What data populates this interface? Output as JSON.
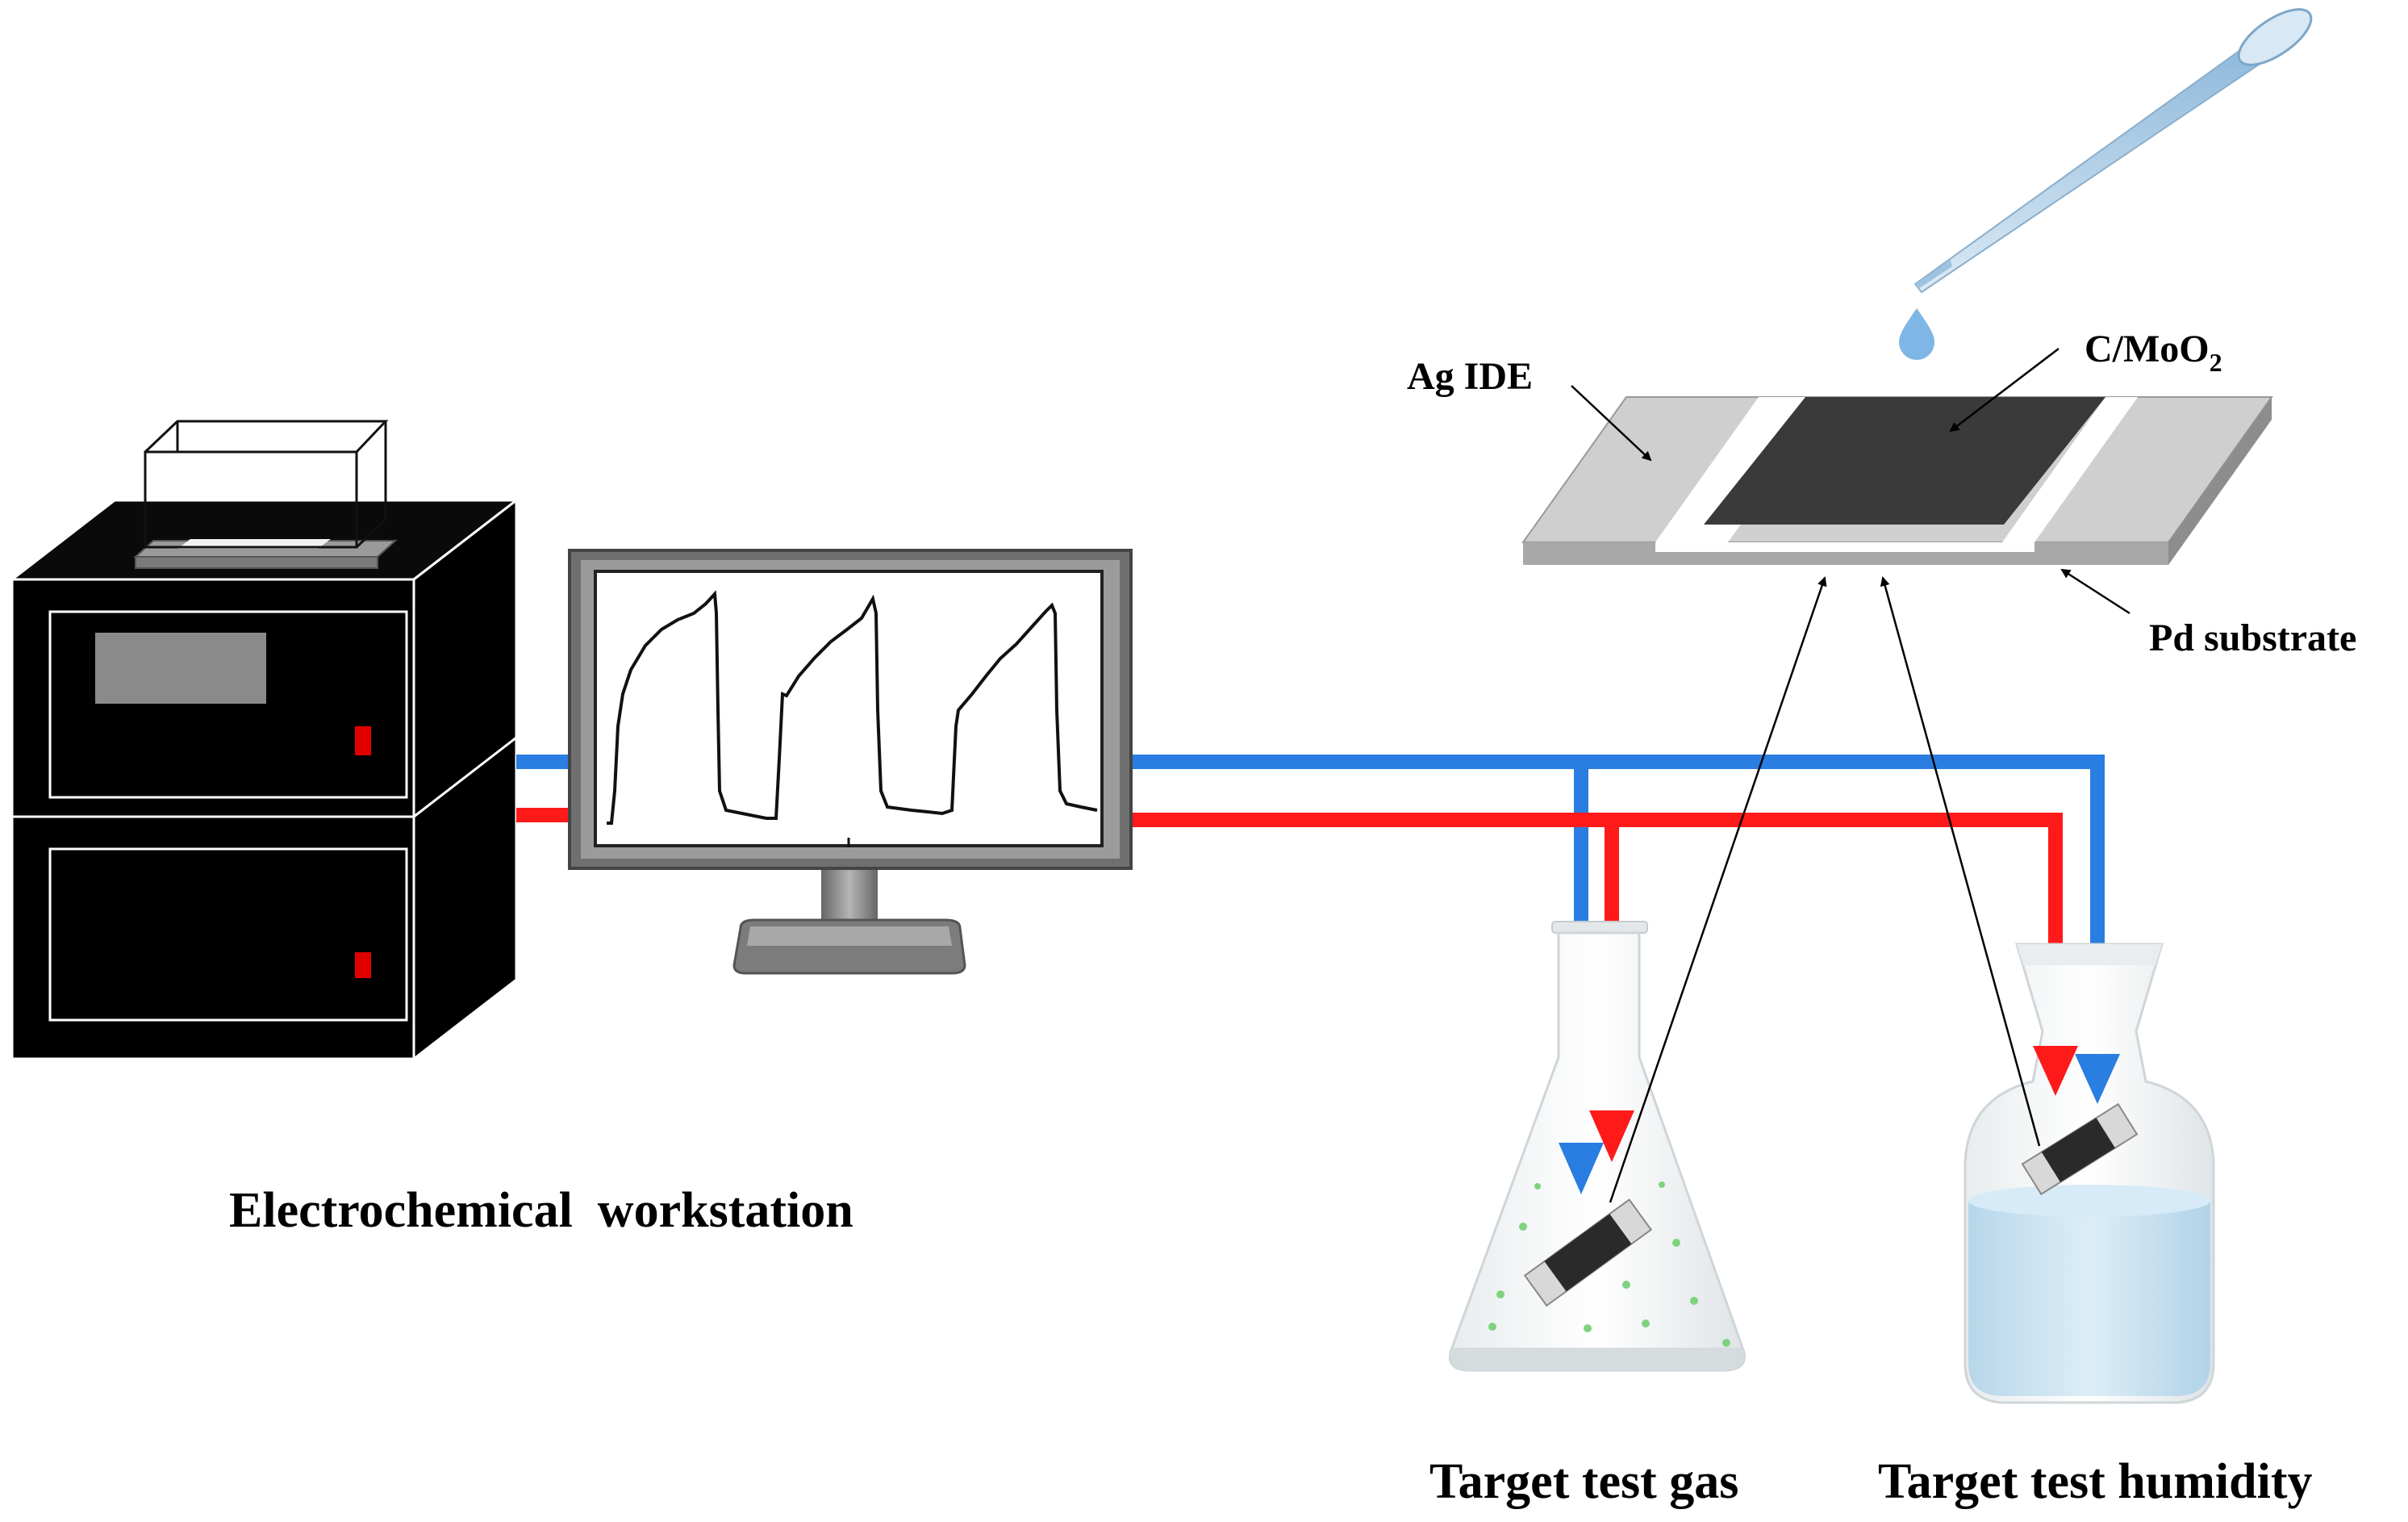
{
  "labels": {
    "workstation": "Electrochemical  workstation",
    "ag_ide": "Ag IDE",
    "coating_prefix": "C/MoO",
    "coating_subscript": "2",
    "substrate": "Pd substrate",
    "gas": "Target test gas",
    "humidity": "Target test humidity"
  },
  "colors": {
    "wire_blue": "#2a7de1",
    "wire_red": "#ff1a1a",
    "device_body": "#000000",
    "indicator": "#e00000",
    "sensing_film": "#3a3a3a",
    "electrode": "#c8c8c8",
    "water": "#c5e0f0"
  },
  "icons": [
    "workstation-icon",
    "monitor-icon",
    "sensor-chip-icon",
    "pipette-icon",
    "erlenmeyer-flask-icon",
    "humidity-bottle-icon"
  ]
}
